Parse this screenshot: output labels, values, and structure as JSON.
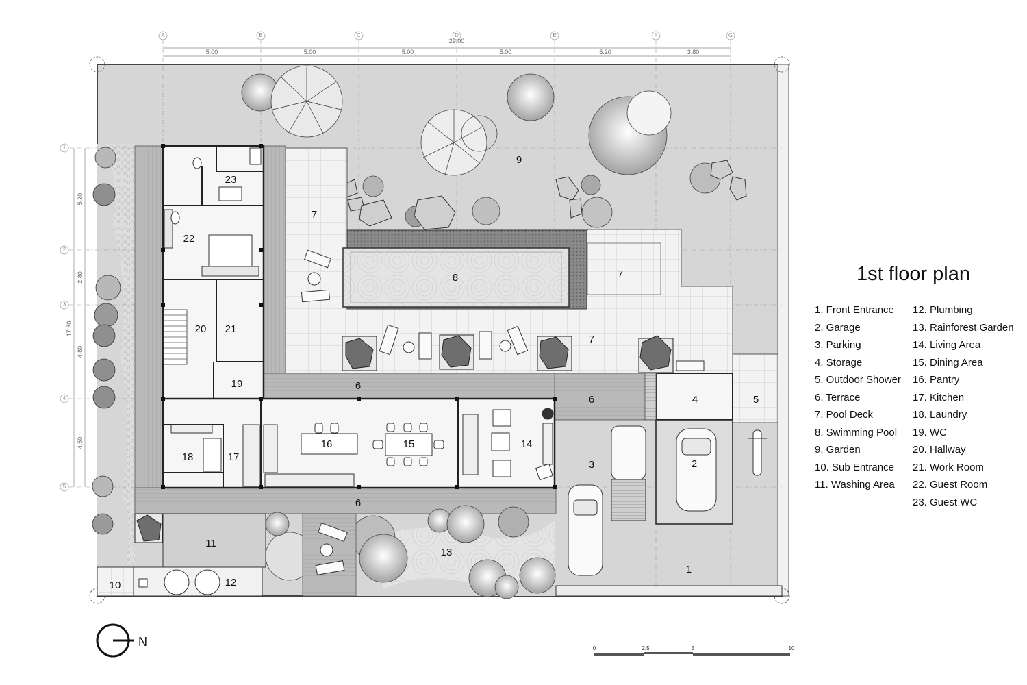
{
  "title": "1st floor plan",
  "north_label": "N",
  "legend": [
    {
      "num": "1",
      "name": "Front Entrance"
    },
    {
      "num": "2",
      "name": "Garage"
    },
    {
      "num": "3",
      "name": "Parking"
    },
    {
      "num": "4",
      "name": "Storage"
    },
    {
      "num": "5",
      "name": "Outdoor Shower"
    },
    {
      "num": "6",
      "name": "Terrace"
    },
    {
      "num": "7",
      "name": "Pool Deck"
    },
    {
      "num": "8",
      "name": "Swimming Pool"
    },
    {
      "num": "9",
      "name": "Garden"
    },
    {
      "num": "10",
      "name": "Sub Entrance"
    },
    {
      "num": "11",
      "name": "Washing Area"
    },
    {
      "num": "12",
      "name": "Plumbing"
    },
    {
      "num": "13",
      "name": "Rainforest Garden"
    },
    {
      "num": "14",
      "name": "Living Area"
    },
    {
      "num": "15",
      "name": "Dining Area"
    },
    {
      "num": "16",
      "name": "Pantry"
    },
    {
      "num": "17",
      "name": "Kitchen"
    },
    {
      "num": "18",
      "name": "Laundry"
    },
    {
      "num": "19",
      "name": "WC"
    },
    {
      "num": "20",
      "name": "Hallway"
    },
    {
      "num": "21",
      "name": "Work Room"
    },
    {
      "num": "22",
      "name": "Guest Room"
    },
    {
      "num": "23",
      "name": "Guest WC"
    }
  ],
  "grid_columns": [
    "A",
    "B",
    "C",
    "D",
    "E",
    "F",
    "G"
  ],
  "grid_rows": [
    "1",
    "2",
    "3",
    "4",
    "5"
  ],
  "top_dimensions": [
    "5.00",
    "5.00",
    "5.00",
    "5.00",
    "5.20",
    "3.80"
  ],
  "top_total": "29.00",
  "left_dimensions": [
    "5.20",
    "2.80",
    "4.80",
    "4.50"
  ],
  "left_total": "17.30",
  "scale_labels": [
    "0",
    "2.5",
    "5",
    "10"
  ],
  "room_labels": {
    "r1": "1",
    "r2": "2",
    "r3": "3",
    "r4": "4",
    "r5": "5",
    "r6a": "6",
    "r6b": "6",
    "r6c": "6",
    "r7a": "7",
    "r7b": "7",
    "r7c": "7",
    "r8": "8",
    "r9": "9",
    "r10": "10",
    "r11": "11",
    "r12": "12",
    "r13": "13",
    "r14": "14",
    "r15": "15",
    "r16": "16",
    "r17": "17",
    "r18": "18",
    "r19": "19",
    "r20": "20",
    "r21": "21",
    "r22": "22",
    "r23": "23"
  }
}
